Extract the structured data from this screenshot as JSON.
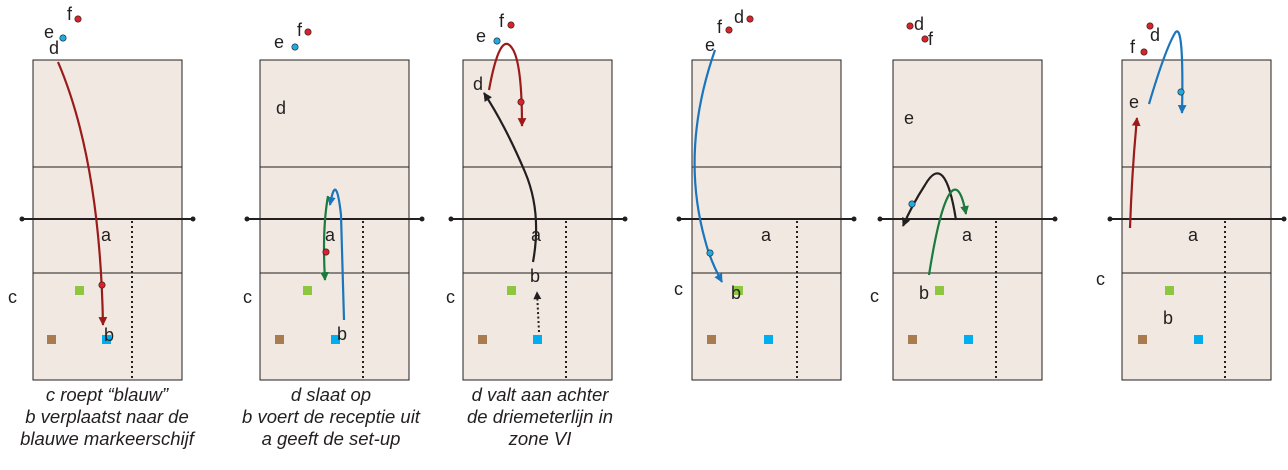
{
  "colors": {
    "court": "#f1e9e1",
    "outline": "#231f20",
    "red": "#9b1b1b",
    "blue": "#1a75bc",
    "green": "#1b7a3e",
    "black": "#231f20",
    "dot_red": "#d8232a",
    "dot_cyan": "#21a9e1",
    "marker_green": "#8dc63f",
    "marker_brown": "#a97c50",
    "marker_cyan": "#00aeef"
  },
  "panels": [
    {
      "labels": {
        "a": "a",
        "b": "b",
        "c": "c",
        "d": "d",
        "e": "e",
        "f": "f"
      },
      "caption": [
        "c roept “blauw”",
        "b verplaatst naar de",
        "blauwe markeerschijf"
      ]
    },
    {
      "labels": {
        "a": "a",
        "b": "b",
        "c": "c",
        "d": "d",
        "e": "e",
        "f": "f"
      },
      "caption": [
        "d slaat op",
        "b voert de receptie uit",
        "a geeft de set-up"
      ]
    },
    {
      "labels": {
        "a": "a",
        "b": "b",
        "c": "c",
        "d": "d",
        "e": "e",
        "f": "f"
      },
      "caption": [
        "d valt aan achter",
        "de driemeterlijn in",
        "zone VI"
      ]
    },
    {
      "labels": {
        "a": "a",
        "b": "b",
        "c": "c",
        "d": "d",
        "e": "e",
        "f": "f"
      },
      "caption": []
    },
    {
      "labels": {
        "a": "a",
        "b": "b",
        "c": "c",
        "d": "d",
        "e": "e",
        "f": "f"
      },
      "caption": []
    },
    {
      "labels": {
        "a": "a",
        "b": "b",
        "c": "c",
        "d": "d",
        "e": "e",
        "f": "f"
      },
      "caption": []
    }
  ]
}
